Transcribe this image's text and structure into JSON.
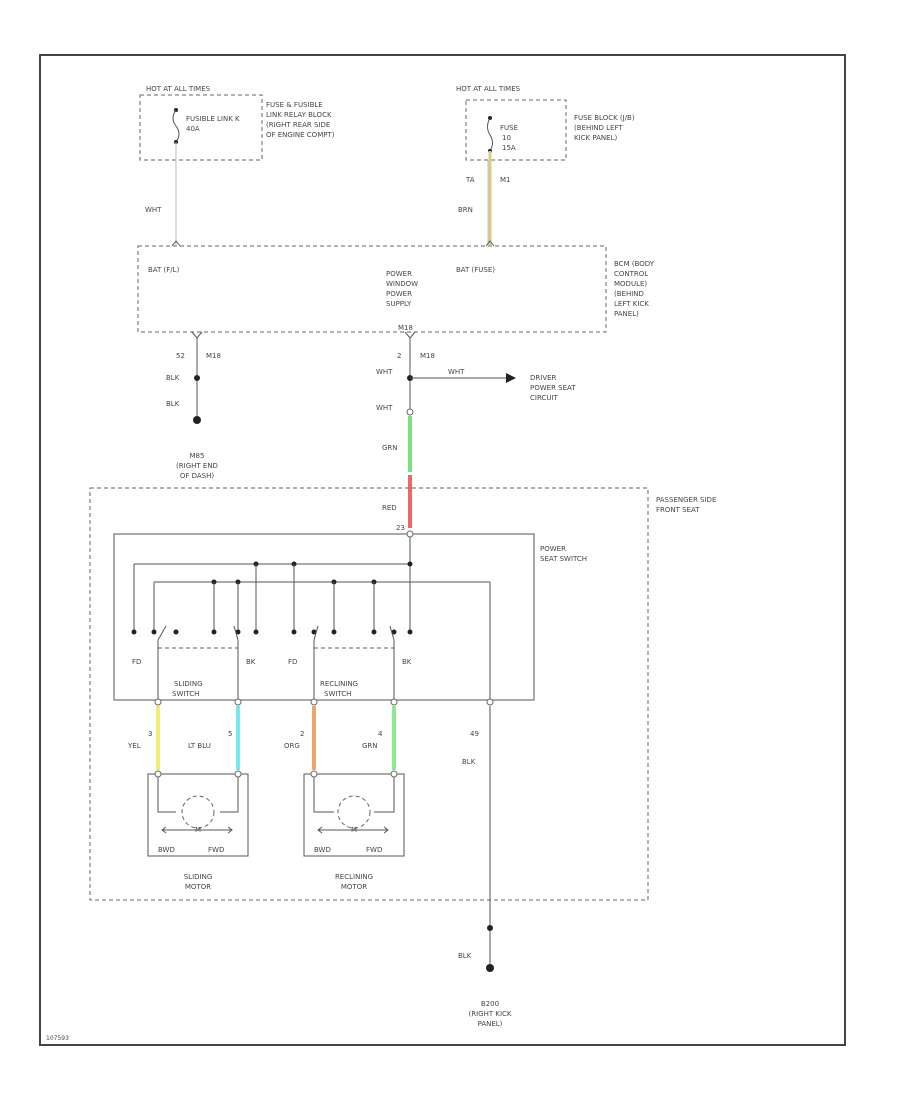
{
  "labels": {
    "hot_all_left": "HOT AT ALL TIMES",
    "fusible_link": "FUSIBLE LINK K",
    "fusible_amp": "40A",
    "fuse_block_engine": [
      "FUSE & FUSIBLE",
      "LINK RELAY BLOCK",
      "(RIGHT REAR SIDE",
      "OF ENGINE COMPT)"
    ],
    "hot_all_right": "HOT AT ALL TIMES",
    "fuse": "FUSE",
    "fuse_num": "10",
    "fuse_amp": "15A",
    "fuse_block_left": [
      "FUSE BLOCK (J/B)",
      "(BEHIND LEFT",
      "KICK PANEL)"
    ],
    "wire_wht_top": "WHT",
    "wire_ta": "TA",
    "wire_m1": "M1",
    "wire_brn": "BRN",
    "bat_fl": "BAT (F/L)",
    "bat_fuse": "BAT (FUSE)",
    "power_window_supply": [
      "POWER",
      "WINDOW",
      "POWER",
      "SUPPLY"
    ],
    "m18": "M18",
    "bcm": [
      "BCM (BODY",
      "CONTROL",
      "MODULE)",
      "(BEHIND",
      "LEFT KICK",
      "PANEL)"
    ],
    "wire_52": "52",
    "wire_m18_a": "M18",
    "wire_blk_1": "BLK",
    "wire_blk_2": "BLK",
    "wire_2": "2",
    "wire_m18_b": "M18",
    "wire_wht_mid": "WHT",
    "wire_wht_right": "WHT",
    "driver_seat": [
      "DRIVER",
      "POWER SEAT",
      "CIRCUIT"
    ],
    "wire_wht_lower": "WHT",
    "wire_grn": "GRN",
    "ground_m85": [
      "M85",
      "(RIGHT END",
      "OF DASH)"
    ],
    "wire_red": "RED",
    "pin_23": "23",
    "passenger_seat": [
      "PASSENGER SIDE",
      "FRONT SEAT"
    ],
    "power_seat_switch": [
      "POWER",
      "SEAT SWITCH"
    ],
    "fd_1": "FD",
    "bk_1": "BK",
    "fd_2": "FD",
    "bk_2": "BK",
    "sliding_switch": [
      "SLIDING",
      "SWITCH"
    ],
    "reclining_switch": [
      "RECLINING",
      "SWITCH"
    ],
    "pin_3": "3",
    "wire_yel": "YEL",
    "pin_5": "5",
    "wire_ltblu": "LT BLU",
    "pin_2": "2",
    "wire_org": "ORG",
    "pin_4": "4",
    "wire_grn2": "GRN",
    "pin_49": "49",
    "wire_blk_3": "BLK",
    "motor_m": "M",
    "bwd_1": "BWD",
    "fwd_1": "FWD",
    "bwd_2": "BWD",
    "fwd_2": "FWD",
    "sliding_motor": [
      "SLIDING",
      "MOTOR"
    ],
    "reclining_motor": [
      "RECLINING",
      "MOTOR"
    ],
    "wire_blk_4": "BLK",
    "ground_b200": [
      "B200",
      "(RIGHT KICK",
      "PANEL)"
    ],
    "ref_code": "107593"
  },
  "colors": {
    "wht": "#d8d8d8",
    "brn": "#d9cc8a",
    "grn": "#7ee07e",
    "red": "#ee6666",
    "yel": "#eeee77",
    "ltblu": "#77e6ee",
    "org": "#f0a66a",
    "grn2": "#8eea8e"
  }
}
